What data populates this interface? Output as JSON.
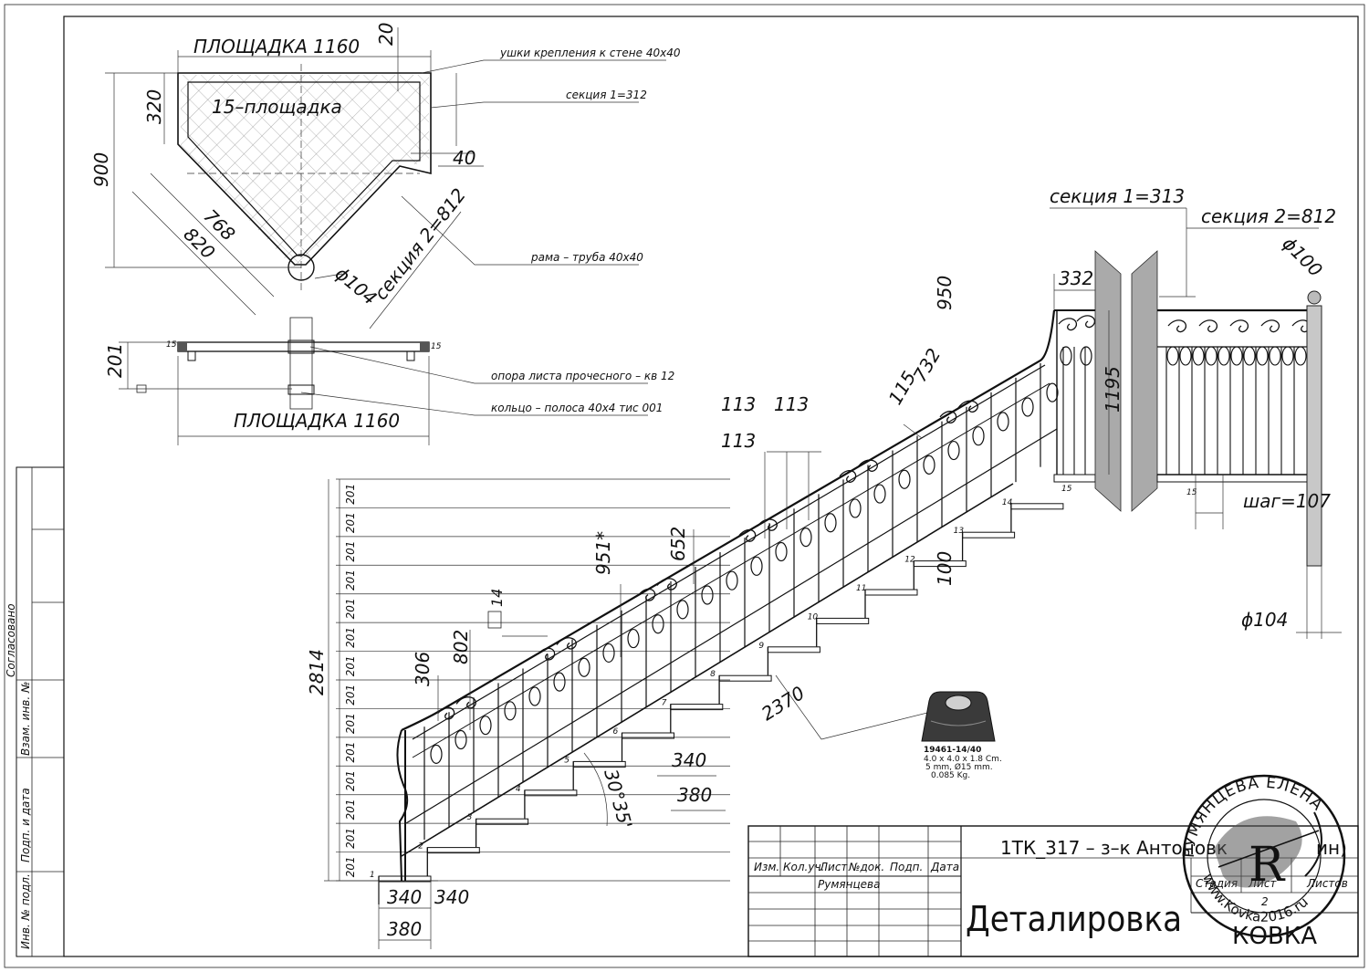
{
  "platform": {
    "title_top": "ПЛОЩАДКА 1160",
    "title_bottom": "ПЛОЩАДКА 1160",
    "label": "15–площадка",
    "dims": {
      "d20": "20",
      "d320": "320",
      "d900": "900",
      "d768": "768",
      "d820": "820",
      "d40": "40",
      "d104": "ϕ104",
      "d201": "201",
      "sec2": "секция 2=812"
    },
    "notes": [
      "ушки крепления к стене 40х40",
      "секция 1=312",
      "рама – труба 40х40",
      "опора листа прочесного – кв 12",
      "кольцо – полоса 40х4 тис 001"
    ],
    "small15": "15"
  },
  "stair": {
    "total_height": "2814",
    "riser": "201",
    "dims": {
      "d113a": "113",
      "d113b": "113",
      "d113c": "113",
      "d951": "951*",
      "d652": "652",
      "d115": "115",
      "d732": "732",
      "d950": "950",
      "d332": "332",
      "d1195": "1195",
      "d306": "306",
      "d802": "802",
      "d14": "14",
      "d100": "100",
      "d2370": "2370",
      "d340": "340",
      "d380": "380",
      "angle": "30°35'",
      "b340a": "340",
      "b340b": "340",
      "b380": "380"
    },
    "steps": [
      "1",
      "2",
      "3",
      "4",
      "5",
      "6",
      "7",
      "8",
      "9",
      "10",
      "11",
      "12",
      "13",
      "14",
      "15"
    ],
    "sec1": "секция 1=313",
    "sec2": "секция 2=812",
    "d100": "ϕ100",
    "d104": "ϕ104",
    "pitch": "шаг=107",
    "s15a": "15",
    "s15b": "15"
  },
  "part": {
    "code": "19461-14/40",
    "spec1": "4.0 x 4.0 x 1.8 Cm.",
    "spec2": "5 mm, Ø15 mm.",
    "spec3": "0.085 Kg."
  },
  "side_table": {
    "agreed": "Согласовано",
    "inv_repl": "Взам. инв. №",
    "sign_date": "Подп. и дата",
    "inv_orig": "Инв. № подл."
  },
  "title_block": {
    "project": "1ТК_317 – з–к Антоновк",
    "project_tail": "ин)",
    "columns": [
      "Изм.",
      "Кол.уч.",
      "Лист",
      "№док.",
      "Подп.",
      "Дата"
    ],
    "author": "Румянцева",
    "stage": "Стадия",
    "sheet": "Лист",
    "sheets": "Листов",
    "sheet_num": "2",
    "doc_title": "Деталировка",
    "org": "КОВКА"
  },
  "stamp": {
    "ring_text": "РУМЯНЦЕВА ЕЛЕНА",
    "site": "www.Kovka2016.ru",
    "mono": "R"
  }
}
